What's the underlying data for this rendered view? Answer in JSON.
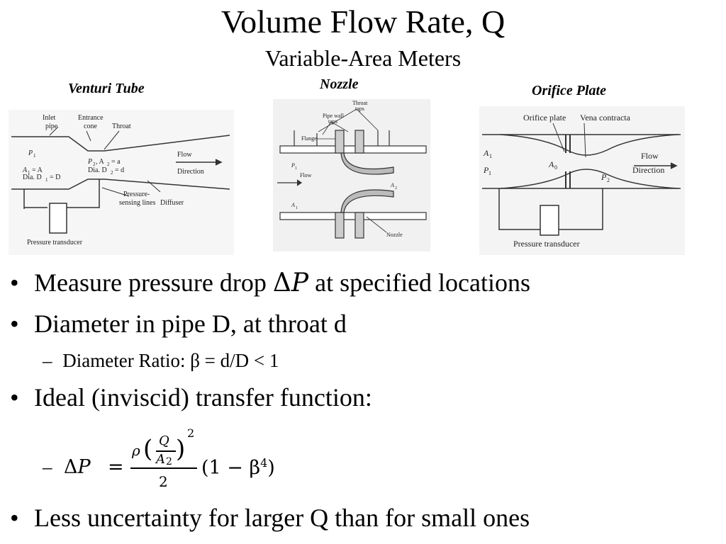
{
  "slide": {
    "title": "Volume Flow Rate, Q",
    "subtitle": "Variable-Area Meters"
  },
  "figures": {
    "venturi": {
      "caption": "Venturi Tube",
      "labels": {
        "inlet": "Inlet",
        "pipe": "pipe",
        "entrance": "Entrance",
        "cone": "cone",
        "throat": "Throat",
        "flow": "Flow",
        "direction": "Direction",
        "p1": "P",
        "p1_sub": "1",
        "a1": "A",
        "a1_sub": "1",
        "a1_eq": "= A",
        "dia1": "Dia. D",
        "dia1_sub": "1",
        "dia1_eq": "= D",
        "p2": "P",
        "p2_sub": "2",
        "p2_rest": ", A",
        "a2_sub": "2",
        "a2_eq": "= a",
        "dia2": "Dia. D",
        "dia2_sub": "2",
        "dia2_eq": "= d",
        "sensing1": "Pressure-",
        "sensing2": "sensing lines",
        "diffuser": "Diffuser",
        "transducer": "Pressure transducer"
      }
    },
    "nozzle": {
      "caption": "Nozzle",
      "labels": {
        "throat_taps1": "Throat",
        "throat_taps2": "taps",
        "pipe_wall1": "Pipe wall",
        "pipe_wall2": "taps",
        "flange": "Flange",
        "p1": "P",
        "p1_sub": "1",
        "flow": "Flow",
        "a2": "A",
        "a2_sub": "2",
        "a1": "A",
        "a1_sub": "1",
        "nozzle": "Nozzle"
      }
    },
    "orifice": {
      "caption": "Orifice Plate",
      "labels": {
        "orifice_plate": "Orifice plate",
        "vena": "Vena contracta",
        "a1": "A",
        "a1_sub": "1",
        "p1": "P",
        "p1_sub": "1",
        "a0": "A",
        "a0_sub": "0",
        "p2": "P",
        "p2_sub": "2",
        "flow": "Flow",
        "direction": "Direction",
        "transducer": "Pressure transducer"
      }
    }
  },
  "bullets": [
    {
      "dot": "•",
      "pre": "Measure pressure drop ",
      "delta": "Δ",
      "var": "P",
      "post": " at specified locations"
    },
    {
      "dot": "•",
      "text": "Diameter in pipe D, at throat d"
    },
    {
      "dot": "•",
      "text": "Ideal (inviscid) transfer function:"
    },
    {
      "dot": "•",
      "text": "Less uncertainty for larger Q than for small ones"
    }
  ],
  "sub_bullets": {
    "ratio": {
      "dash": "–",
      "text": "Diameter Ratio: β = d/D < 1"
    },
    "equation": {
      "dash": "–",
      "delta": "Δ",
      "var": "P",
      "equals": "=",
      "rho": "ρ",
      "q": "Q",
      "a": "A",
      "a_sub": "2",
      "power": "2",
      "denominator": "2",
      "factor_open": "(1 − β",
      "factor_power": "4",
      "factor_close": ")"
    }
  }
}
